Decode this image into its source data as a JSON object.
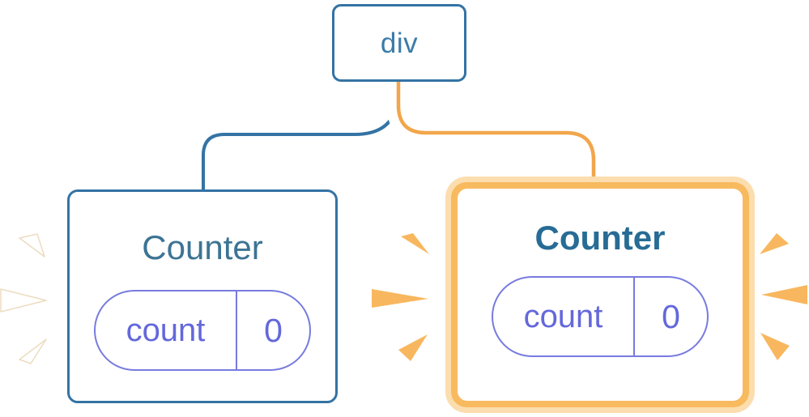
{
  "diagram": {
    "description": "React component tree: a div root element with two Counter children; the second Counter is highlighted with an orange border and orange sparks indicating a state update",
    "root_node": {
      "label": "div"
    },
    "children": [
      {
        "title": "Counter",
        "state_key": "count",
        "state_value": "0",
        "highlighted": false
      },
      {
        "title": "Counter",
        "state_key": "count",
        "state_value": "0",
        "highlighted": true
      }
    ]
  },
  "colors": {
    "node_border_blue": "#3473A4",
    "node_text_blue": "#3B7BA8",
    "title_blue_regular": "#3D7494",
    "title_blue_bold": "#276C95",
    "state_text_indigo": "#6468DB",
    "pill_border_indigo": "#777BDF",
    "wire_orange": "#F2A64B",
    "highlight_border_orange": "#F8BA5F",
    "highlight_ring_pale": "#FBDDAE",
    "spark_orange": "#F8B75E",
    "spark_white": "#FFFFFF"
  }
}
